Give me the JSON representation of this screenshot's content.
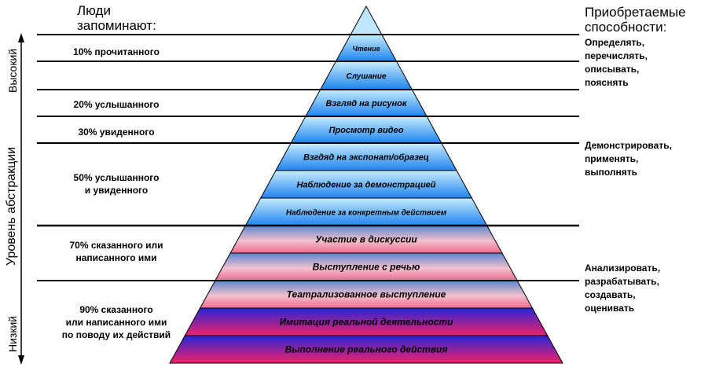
{
  "header": {
    "left_title": "Люди\nзапоминают:",
    "right_title": "Приобретаемые\nспособности:"
  },
  "axis": {
    "title": "Уровень абстракции",
    "high": "Высокий",
    "low": "Низкий"
  },
  "pyramid_levels": [
    "Чтение",
    "Слушание",
    "Взгляд на рисунок",
    "Просмотр видео",
    "Взгдяд на экспонат/образец",
    "Наблюдение за демонстрацией",
    "Наблюдение за конкретным действием",
    "Участие в дискуссии",
    "Выступление с речью",
    "Театрализованное выступление",
    "Имитация реальной деятельности",
    "Выполнение реального действия"
  ],
  "retention_labels": [
    "10% прочитанного",
    "20% услышанного",
    "30% увиденного",
    "50% услышанного\nи увиденного",
    "70% сказанного или\nнаписанного ими",
    "90% сказанного\nили написанного ими\nпо поводу их действий"
  ],
  "abilities": [
    "Определять,\nперечислять,\nописывать,\nпояснять",
    "Демонстрировать,\nприменять,\nвыполнять",
    "Анализировать,\nразрабатывать,\nсоздавать,\nоценивать"
  ],
  "colors": {
    "blue_band_light": "#bde7ff",
    "blue_band_dark": "#1f86f0",
    "pink_band_top": "#5a84c8",
    "pink_band_bottom": "#f07a9a",
    "purple_band_top": "#2a2ad0",
    "purple_band_bottom": "#f0206a",
    "line": "#000000"
  }
}
